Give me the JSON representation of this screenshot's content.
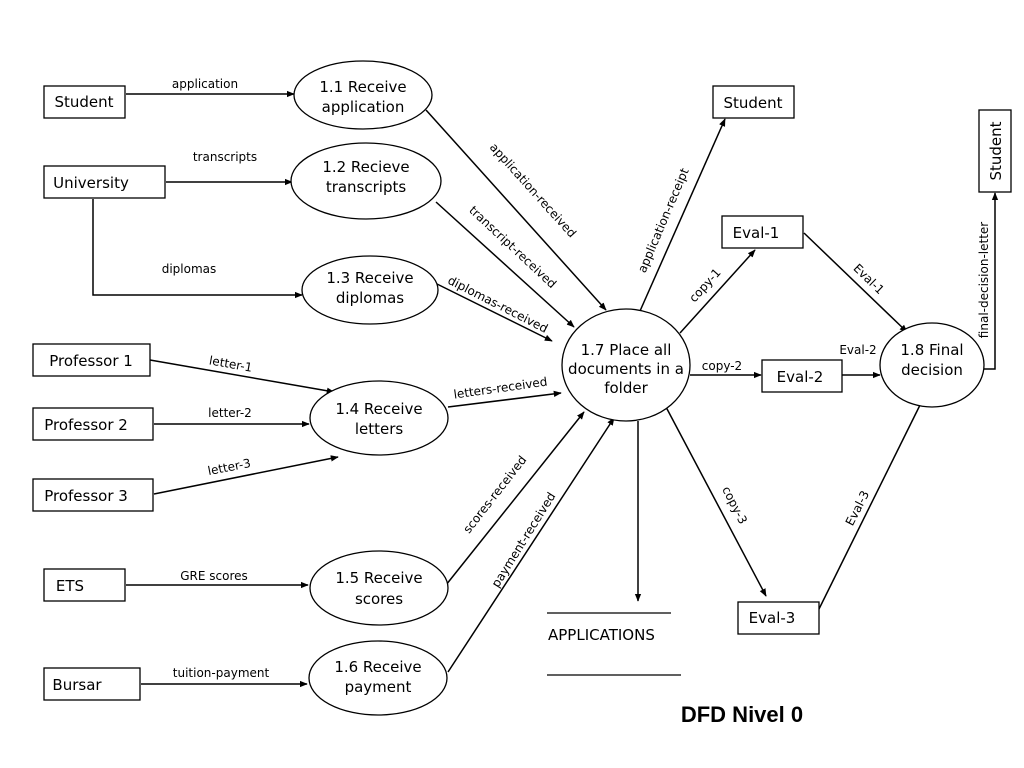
{
  "diagram": {
    "title": "DFD Nivel 0",
    "entities": {
      "student_in": "Student",
      "university": "University",
      "professor1": "Professor 1",
      "professor2": "Professor 2",
      "professor3": "Professor 3",
      "ets": "ETS",
      "bursar": "Bursar",
      "student_receipt": "Student",
      "student_final": "Student",
      "eval1": "Eval-1",
      "eval2": "Eval-2",
      "eval3": "Eval-3"
    },
    "processes": {
      "p11": [
        "1.1 Receive",
        "application"
      ],
      "p12": [
        "1.2 Recieve",
        "transcripts"
      ],
      "p13": [
        "1.3 Receive",
        "diplomas"
      ],
      "p14": [
        "1.4 Receive",
        "letters"
      ],
      "p15": [
        "1.5 Receive",
        "scores"
      ],
      "p16": [
        "1.6 Receive",
        "payment"
      ],
      "p17": [
        "1.7 Place all",
        "documents in a",
        "folder"
      ],
      "p18": [
        "1.8 Final",
        "decision"
      ]
    },
    "data_store": "APPLICATIONS",
    "flows": {
      "application": "application",
      "transcripts": "transcripts",
      "diplomas": "diplomas",
      "letter1": "letter-1",
      "letter2": "letter-2",
      "letter3": "letter-3",
      "gre_scores": "GRE scores",
      "tuition_payment": "tuition-payment",
      "application_received": "application-received",
      "transcript_received": "transcript-received",
      "diplomas_received": "diplomas-received",
      "letters_received": "letters-received",
      "scores_received": "scores-received",
      "payment_received": "payment-received",
      "application_receipt": "application-receipt",
      "copy1": "copy-1",
      "copy2": "copy-2",
      "copy3": "copy-3",
      "eval1_flow": "Eval-1",
      "eval2_flow": "Eval-2",
      "eval3_flow": "Eval-3",
      "final_decision_letter": "final-decision-letter"
    }
  }
}
